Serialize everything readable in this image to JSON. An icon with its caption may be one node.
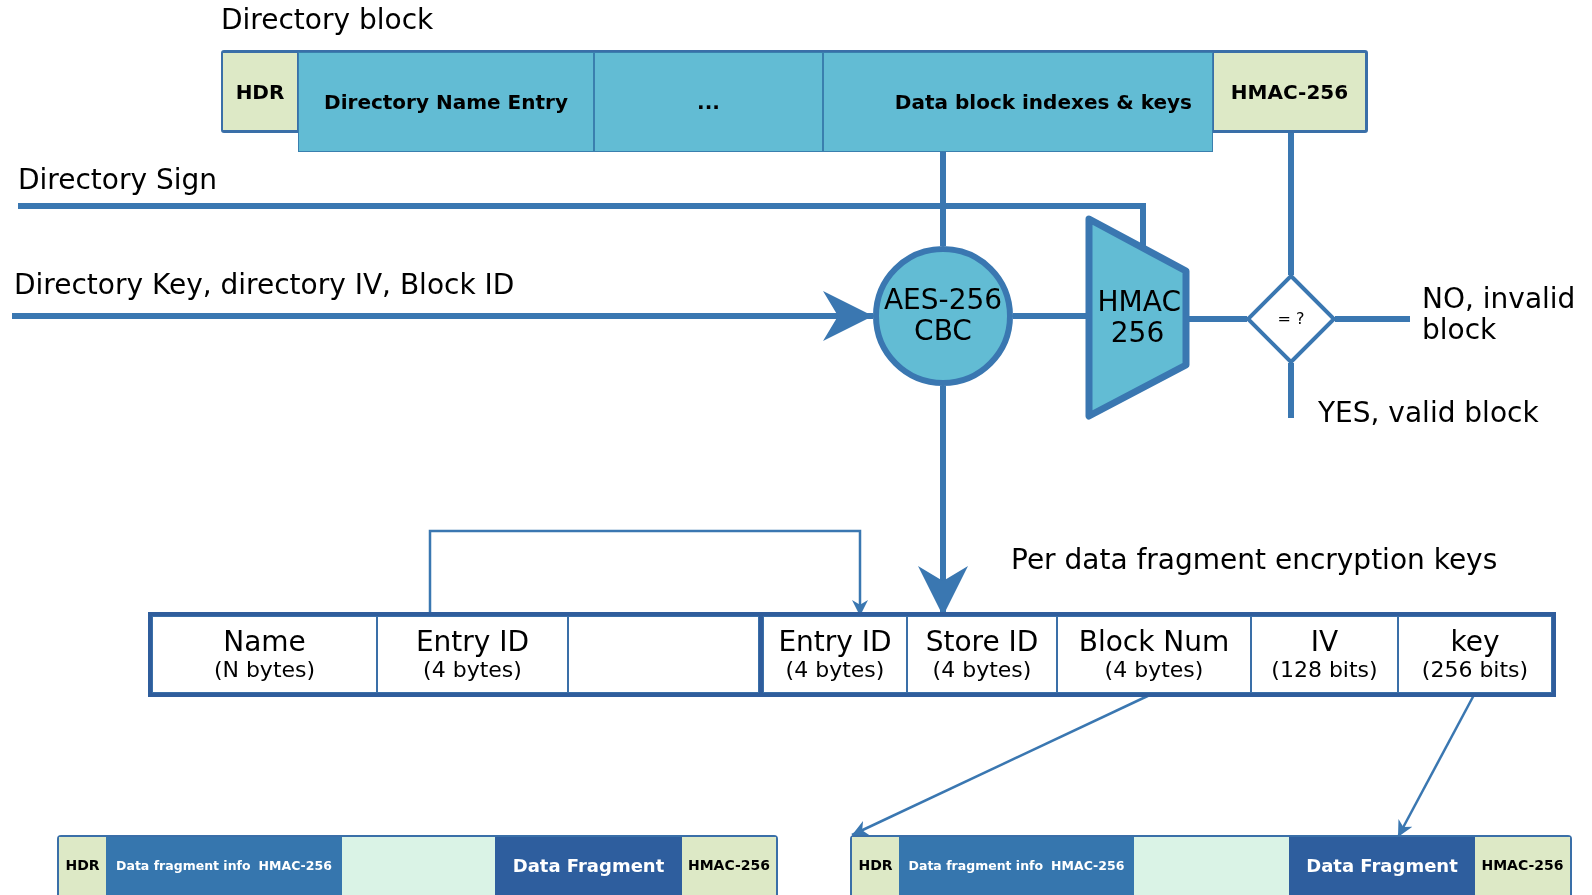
{
  "diagram": {
    "nodes": [
      {
        "text": [
          "Directory block"
        ]
      },
      {
        "text": [
          "HDR"
        ],
        "in": 0
      },
      {
        "text": [
          "Directory Name Entry"
        ],
        "in": 0
      },
      {
        "text": [
          "..."
        ],
        "in": 0
      },
      {
        "text": [
          "Data block indexes & keys"
        ],
        "in": 0
      },
      {
        "text": [
          "HMAC-256"
        ],
        "in": 0
      },
      {
        "text": [
          "AES-256 CBC"
        ]
      },
      {
        "text": [
          "HMAC 256"
        ]
      },
      {
        "text": [
          "= ?"
        ]
      },
      {
        "text": [
          "NO, invalid block"
        ]
      },
      {
        "text": [
          "YES, valid block"
        ]
      },
      {
        "text": [],
        "shape": "box"
      },
      {
        "text": [
          "Name",
          "(N bytes)"
        ],
        "in": 11
      },
      {
        "text": [
          "Entry ID",
          "(4 bytes)"
        ],
        "in": 11
      },
      {
        "text": [],
        "shape": "box",
        "in": 11
      },
      {
        "text": [
          "Per data fragment encryption keys"
        ]
      },
      {
        "text": [
          "Entry ID",
          "(4 bytes)"
        ],
        "in": 15
      },
      {
        "text": [
          "Store ID",
          "(4 bytes)"
        ],
        "in": 15
      },
      {
        "text": [
          "Block Num",
          "(4 bytes)"
        ],
        "in": 15
      },
      {
        "text": [
          "IV",
          "(128 bits)"
        ],
        "in": 15
      },
      {
        "text": [
          "key",
          "(256 bits)"
        ],
        "in": 15
      },
      {
        "text": [],
        "shape": "box"
      },
      {
        "text": [
          "HDR"
        ],
        "in": 21
      },
      {
        "text": [
          "Data fragment info",
          "HMAC-256"
        ],
        "in": 21
      },
      {
        "text": [],
        "shape": "box",
        "in": 21
      },
      {
        "text": [
          "Data Fragment"
        ],
        "in": 21
      },
      {
        "text": [
          "HMAC-256"
        ],
        "in": 21
      },
      {
        "text": [],
        "shape": "box"
      },
      {
        "text": [
          "HDR"
        ],
        "in": 27
      },
      {
        "text": [
          "Data fragment info",
          "HMAC-256"
        ],
        "in": 27
      },
      {
        "text": [],
        "shape": "box",
        "in": 27
      },
      {
        "text": [
          "Data Fragment"
        ],
        "in": 27
      },
      {
        "text": [
          "HMAC-256"
        ],
        "in": 27
      }
    ],
    "edges": [
      {
        "from": null,
        "to": 7,
        "arrow": "none",
        "label": "Directory Sign"
      },
      {
        "from": null,
        "to": 6,
        "arrow": "to",
        "label": "Directory Key, directory IV, Block ID"
      },
      {
        "from": 4,
        "to": 6,
        "arrow": "none"
      },
      {
        "from": 6,
        "to": 7,
        "arrow": "none"
      },
      {
        "from": 7,
        "to": 8,
        "arrow": "none"
      },
      {
        "from": 5,
        "to": 8,
        "arrow": "none"
      },
      {
        "from": 8,
        "to": 9,
        "arrow": "none"
      },
      {
        "from": 8,
        "to": 10,
        "arrow": "none"
      },
      {
        "from": 6,
        "to": 17,
        "arrow": "to"
      },
      {
        "from": 13,
        "to": 16,
        "arrow": "to"
      },
      {
        "from": 18,
        "to": 27,
        "arrow": "to"
      },
      {
        "from": 20,
        "to": 31,
        "arrow": "to"
      }
    ]
  }
}
